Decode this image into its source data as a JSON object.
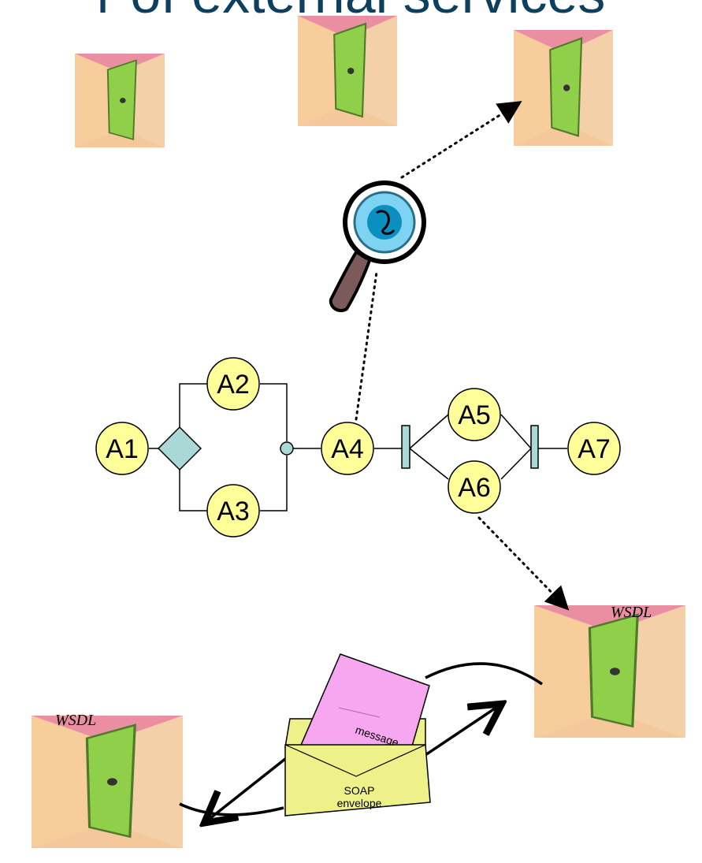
{
  "title": "r of external services",
  "nodes": {
    "a1": "A1",
    "a2": "A2",
    "a3": "A3",
    "a4": "A4",
    "a5": "A5",
    "a6": "A6",
    "a7": "A7"
  },
  "wsdl_label_right": "WSDL",
  "wsdl_label_left": "WSDL",
  "message_label": "message",
  "envelope_label_line1": "SOAP",
  "envelope_label_line2": "envelope",
  "icons": [
    "door-service-icon",
    "magnifying-glass-icon",
    "message-paper-icon",
    "soap-envelope-icon"
  ],
  "colors": {
    "node_fill": "#ffff99",
    "gateway_fill": "#a9d8d6",
    "message_fill": "#f7a6f0",
    "envelope_fill": "#eef08a",
    "door_green": "#8fcf4a",
    "title": "#0d3f5e"
  }
}
